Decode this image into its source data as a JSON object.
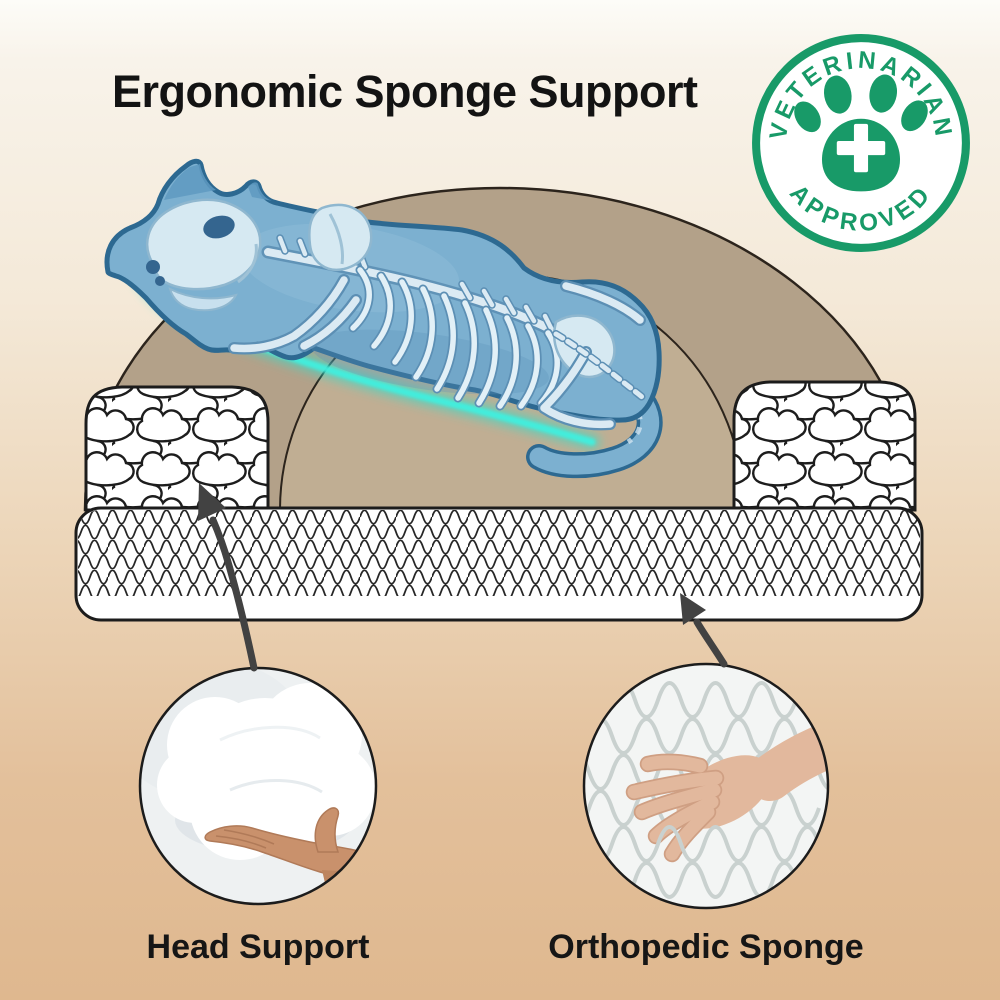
{
  "page": {
    "title": "Ergonomic Sponge Support",
    "background_top": "#f7f2e9",
    "background_bottom": "#dfb88f"
  },
  "badge": {
    "top_text": "VETERINARIAN",
    "bottom_text": "APPROVED",
    "color": "#189a68",
    "icon": "paw-with-medical-cross"
  },
  "bed": {
    "frame_color": "#b3a189",
    "seat_color": "#c0ae93",
    "outline_color": "#2c241c",
    "bolster_texture": "cloud-pattern",
    "mattress_texture": "knit-wave-pattern"
  },
  "cat": {
    "style": "x-ray-skeleton",
    "body_color": "#7cb0d0",
    "outline_color": "#2d6991",
    "bone_color": "#dbeaf3",
    "glow_color": "#35e6d4"
  },
  "callouts": [
    {
      "label": "Head Support",
      "photo": "hand-holding-polyfill-stuffing"
    },
    {
      "label": "Orthopedic Sponge",
      "photo": "hand-pressing-egg-crate-foam"
    }
  ],
  "arrow_color": "#424242"
}
